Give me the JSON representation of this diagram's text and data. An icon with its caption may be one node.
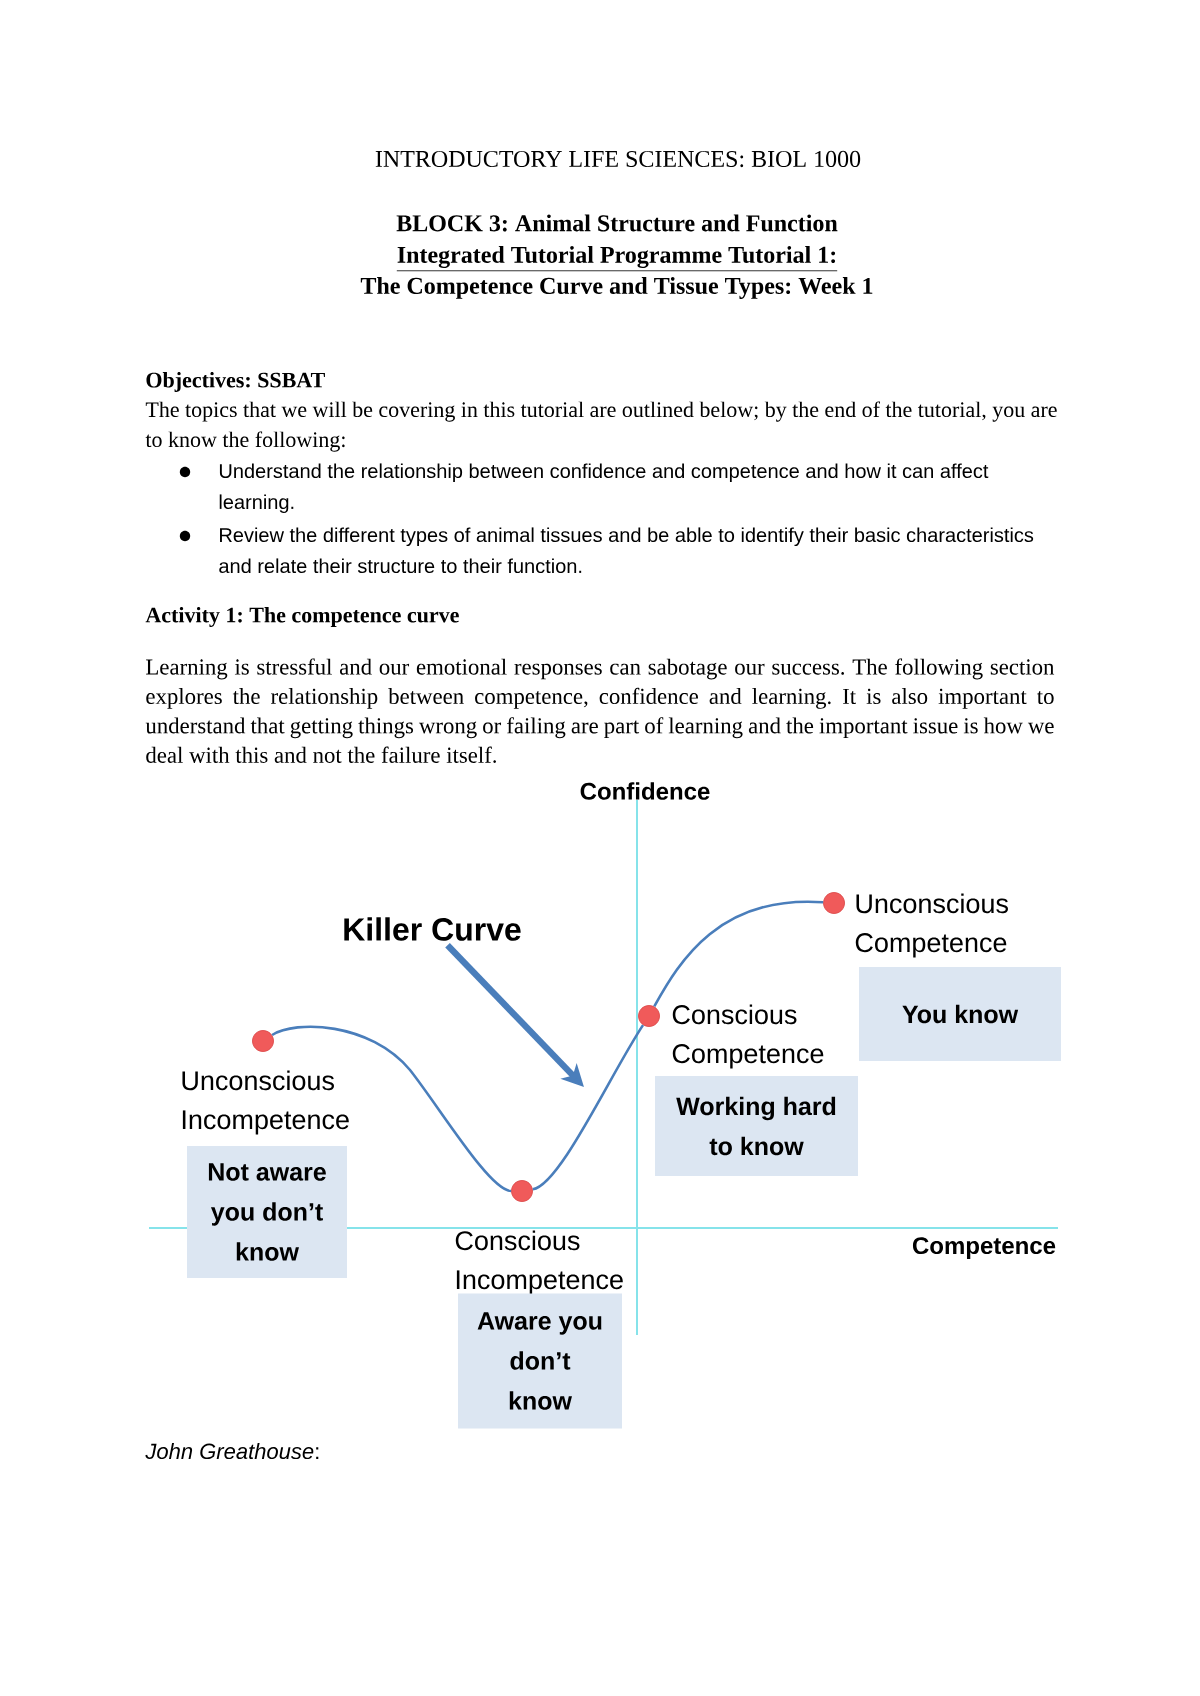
{
  "diagram": {
    "title": "INTRODUCTORY LIFE SCIENCES: BIOL 1000",
    "nodes": [
      {
        "text": [
          "Unconscious Incompetence",
          "Not aware you don’t know"
        ]
      },
      {
        "text": [
          "Conscious Incompetence",
          "Aware you don’t know"
        ]
      },
      {
        "text": [
          "Conscious Competence",
          "Working hard to know"
        ]
      },
      {
        "text": [
          "Unconscious Competence",
          "You know"
        ]
      },
      {
        "text": [],
        "shape": "circle"
      },
      {
        "text": [],
        "shape": "circle"
      },
      {
        "text": [],
        "shape": "circle"
      },
      {
        "text": [],
        "shape": "circle"
      },
      {
        "text": [
          "Killer Curve"
        ]
      }
    ],
    "edges": [
      {
        "from": 4,
        "to": 5,
        "arrow": "none"
      },
      {
        "from": 5,
        "to": 6,
        "arrow": "none"
      },
      {
        "from": 6,
        "to": 7,
        "arrow": "none"
      },
      {
        "from": 8,
        "to": null,
        "arrow": "to",
        "style": "thick"
      }
    ],
    "labels": [
      "BLOCK 3: Animal Structure and Function",
      "Integrated Tutorial Programme Tutorial 1:",
      "The Competence Curve and Tissue Types: Week 1",
      "Objectives: SSBAT",
      "The topics that we will be covering in this tutorial are outlined below; by the end of the tutorial, you are to know the following:",
      "Understand the relationship between confidence and competence and how it can affect learning.",
      "Review the different types of animal tissues and be able to identify their basic characteristics and relate their structure to their function.",
      "Activity 1: The competence curve",
      "Learning is stressful and our emotional responses can sabotage our success. The following section explores the relationship between competence, confidence and learning. It is also important to understand that getting things wrong or failing are part of learning and the important issue is how we deal with this and not the failure itself.",
      "Confidence",
      "Competence",
      "*John Greathouse*:"
    ]
  }
}
